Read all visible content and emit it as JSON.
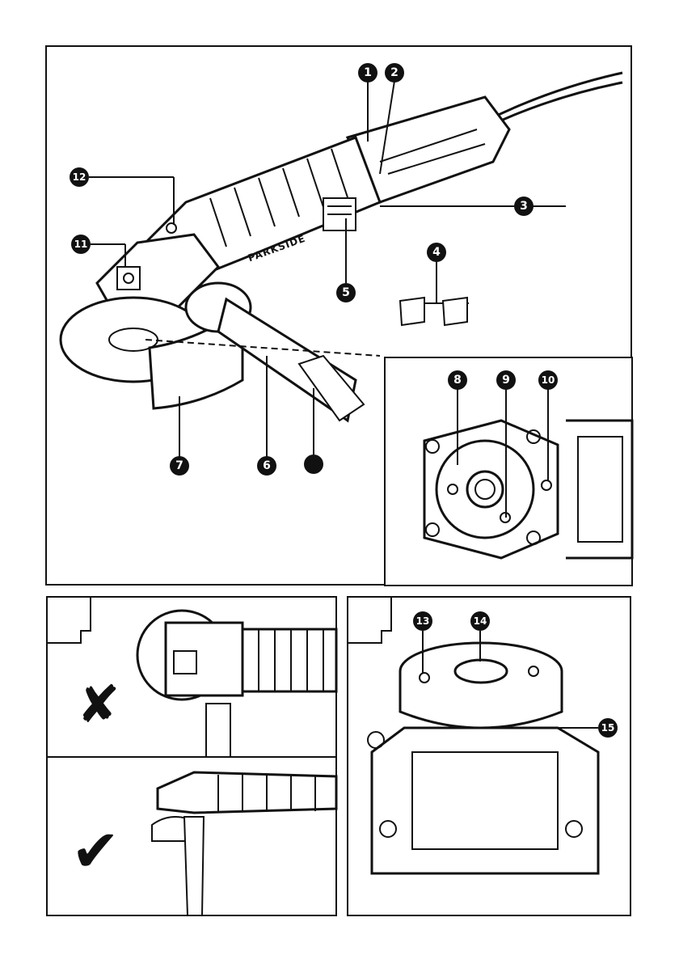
{
  "callouts": {
    "n1": "1",
    "n2": "2",
    "n3": "3",
    "n4": "4",
    "n5": "5",
    "n6": "6",
    "n7": "7",
    "n8": "8",
    "n9": "9",
    "n10": "10",
    "n11": "11",
    "n12": "12",
    "n13": "13",
    "n14": "14",
    "n15": "15"
  },
  "brand_on_tool": "PARKSIDE",
  "marks": {
    "wrong": "✘",
    "right": "✔"
  },
  "colors": {
    "ink": "#111111",
    "paper": "#ffffff",
    "mid_gray": "#888888"
  }
}
